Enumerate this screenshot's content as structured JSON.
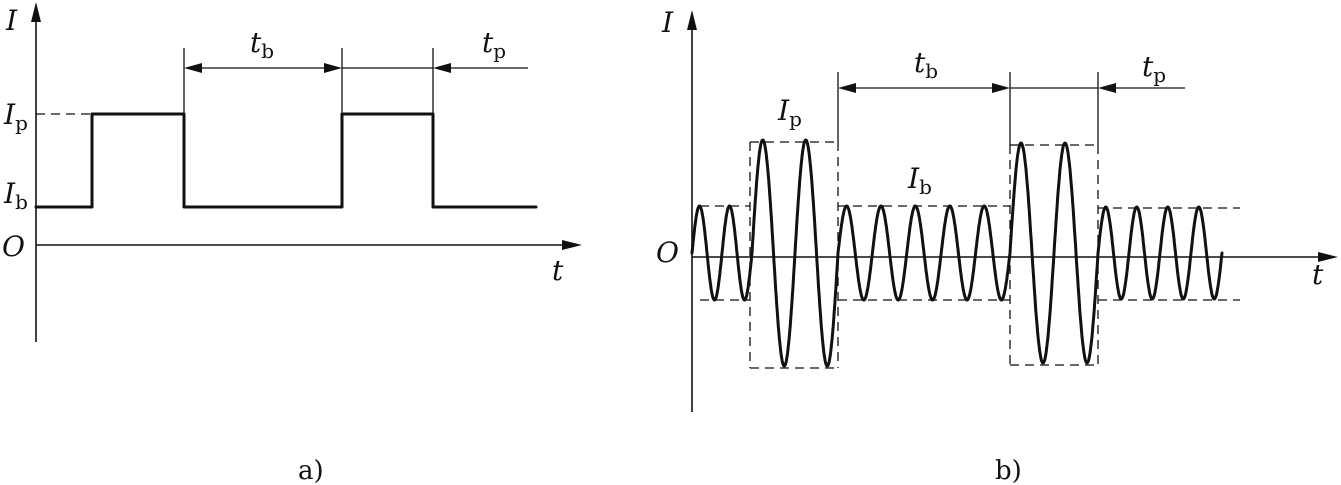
{
  "panel_a": {
    "caption": "a)",
    "y_axis_label": "I",
    "x_axis_label": "t",
    "origin_label": "O",
    "level_peak": {
      "base": "I",
      "sub": "p"
    },
    "level_base": {
      "base": "I",
      "sub": "b"
    },
    "dim_tb": {
      "base": "t",
      "sub": "b"
    },
    "dim_tp": {
      "base": "t",
      "sub": "p"
    }
  },
  "panel_b": {
    "caption": "b)",
    "y_axis_label": "I",
    "x_axis_label": "t",
    "origin_label": "O",
    "label_peak": {
      "base": "I",
      "sub": "p"
    },
    "label_base": {
      "base": "I",
      "sub": "b"
    },
    "dim_tb": {
      "base": "t",
      "sub": "b"
    },
    "dim_tp": {
      "base": "t",
      "sub": "p"
    }
  }
}
